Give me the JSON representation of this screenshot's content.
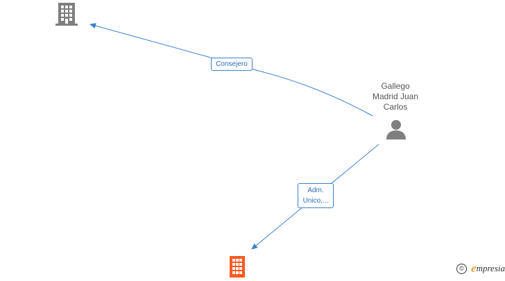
{
  "colors": {
    "edge": "#3a7fce",
    "company_main": "#ff5a1f",
    "company_other": "#7f7f7f",
    "person": "#7f7f7f"
  },
  "person": {
    "name_lines": [
      "Gallego",
      "Madrid Juan",
      "Carlos"
    ],
    "icon": "person-icon"
  },
  "companies": [
    {
      "role": "other",
      "icon": "building-icon"
    },
    {
      "role": "main",
      "icon": "building-icon"
    }
  ],
  "edges": [
    {
      "label_lines": [
        "Consejero"
      ]
    },
    {
      "label_lines": [
        "Adm.",
        "Unico,..."
      ]
    }
  ],
  "watermark": {
    "copyright": "©",
    "brand_initial": "e",
    "brand_rest": "mpresia"
  }
}
